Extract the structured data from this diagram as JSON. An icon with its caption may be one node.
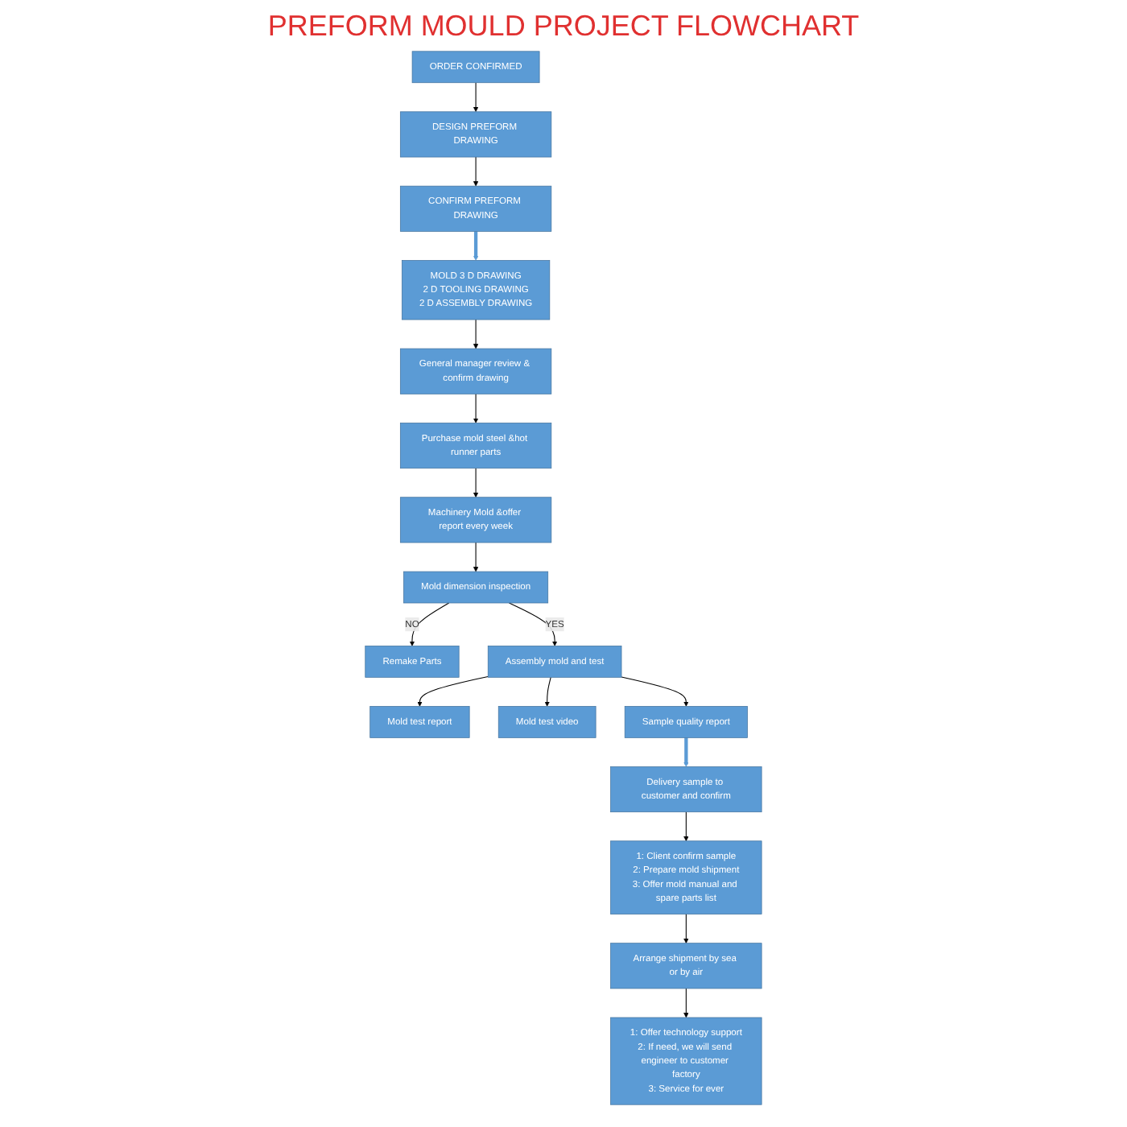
{
  "diagram": {
    "title": "PREFORM MOULD PROJECT FLOWCHART",
    "nodes": [
      {
        "text": [
          "ORDER CONFIRMED"
        ]
      },
      {
        "text": [
          "DESIGN PREFORM DRAWING"
        ]
      },
      {
        "text": [
          "CONFIRM PREFORM DRAWING"
        ]
      },
      {
        "text": [
          "MOLD 3 D DRAWING",
          "2 D TOOLING DRAWING",
          "2 D ASSEMBLY DRAWING"
        ]
      },
      {
        "text": [
          "General manager review & confirm drawing"
        ]
      },
      {
        "text": [
          "Purchase mold steel &hot runner parts"
        ]
      },
      {
        "text": [
          "Machinery Mold &offer report every week"
        ]
      },
      {
        "text": [
          "Mold dimension inspection"
        ]
      },
      {
        "text": [
          "Remake Parts"
        ]
      },
      {
        "text": [
          "Assembly mold and test"
        ]
      },
      {
        "text": [
          "Mold test report"
        ]
      },
      {
        "text": [
          "Mold test video"
        ]
      },
      {
        "text": [
          "Sample quality report"
        ]
      },
      {
        "text": [
          "Delivery sample to customer and confirm"
        ]
      },
      {
        "text": [
          "1: Client confirm sample",
          "2: Prepare mold shipment",
          "3: Offer mold manual and spare parts list"
        ]
      },
      {
        "text": [
          "Arrange shipment by sea or by air"
        ]
      },
      {
        "text": [
          "1: Offer technology support",
          "2: If need, we will send engineer to customer factory",
          "3: Service for ever"
        ]
      }
    ],
    "edges": [
      {
        "from": 0,
        "to": 1,
        "arrow": "to"
      },
      {
        "from": 1,
        "to": 2,
        "arrow": "to"
      },
      {
        "from": 2,
        "to": 3,
        "arrow": "to",
        "style": "thick",
        "color": "#5b9bd5"
      },
      {
        "from": 3,
        "to": 4,
        "arrow": "to"
      },
      {
        "from": 4,
        "to": 5,
        "arrow": "to"
      },
      {
        "from": 5,
        "to": 6,
        "arrow": "to"
      },
      {
        "from": 6,
        "to": 7,
        "arrow": "to"
      },
      {
        "from": 7,
        "to": 8,
        "arrow": "to",
        "label": "NO"
      },
      {
        "from": 7,
        "to": 9,
        "arrow": "to",
        "label": "YES"
      },
      {
        "from": 9,
        "to": 10,
        "arrow": "to"
      },
      {
        "from": 9,
        "to": 11,
        "arrow": "to"
      },
      {
        "from": 9,
        "to": 12,
        "arrow": "to"
      },
      {
        "from": 12,
        "to": 13,
        "arrow": "to",
        "style": "thick",
        "color": "#5b9bd5"
      },
      {
        "from": 13,
        "to": 14,
        "arrow": "to"
      },
      {
        "from": 14,
        "to": 15,
        "arrow": "to"
      },
      {
        "from": 15,
        "to": 16,
        "arrow": "to"
      }
    ]
  }
}
